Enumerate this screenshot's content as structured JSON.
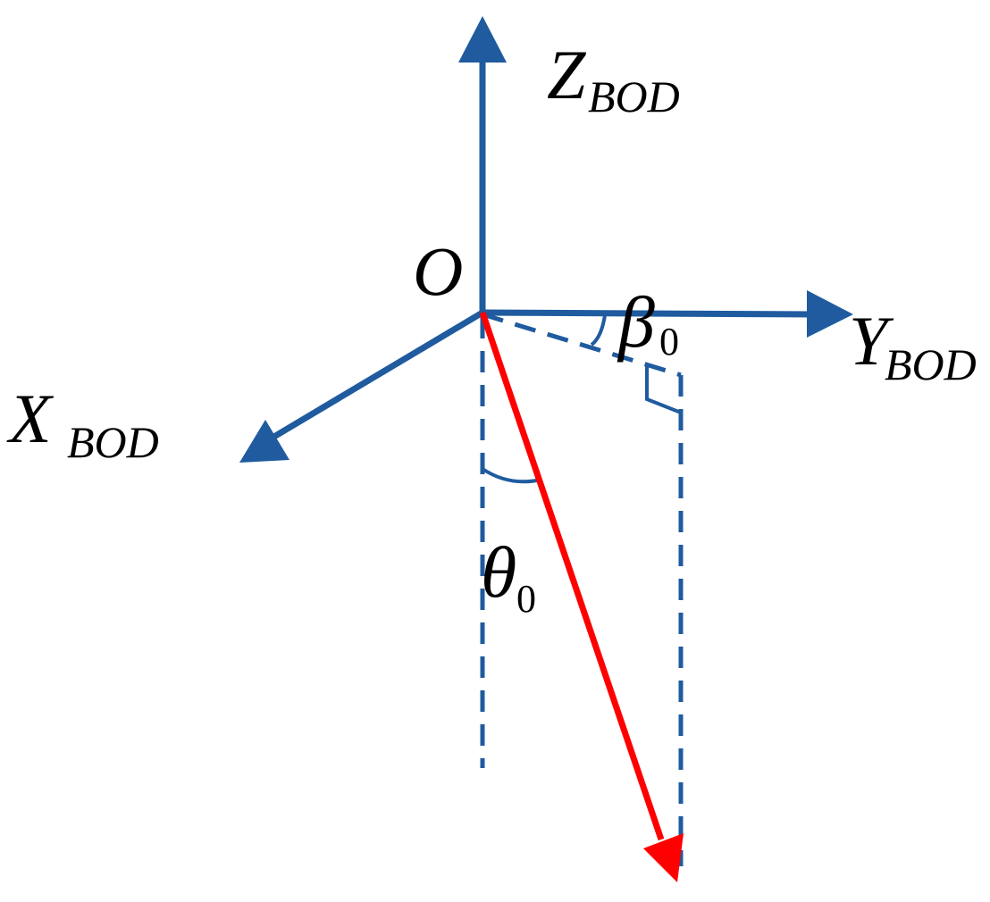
{
  "colors": {
    "axis": "#1f5b9e",
    "vector": "#ff0000",
    "text": "#000000"
  },
  "labels": {
    "origin": "O",
    "z_axis": {
      "main": "Z",
      "sub": "BOD"
    },
    "y_axis": {
      "main": "Y",
      "sub": "BOD"
    },
    "x_axis": {
      "main": "X",
      "sub": "BOD"
    },
    "beta": {
      "main": "β",
      "sub": "0"
    },
    "theta": {
      "main": "θ",
      "sub": "0"
    }
  }
}
